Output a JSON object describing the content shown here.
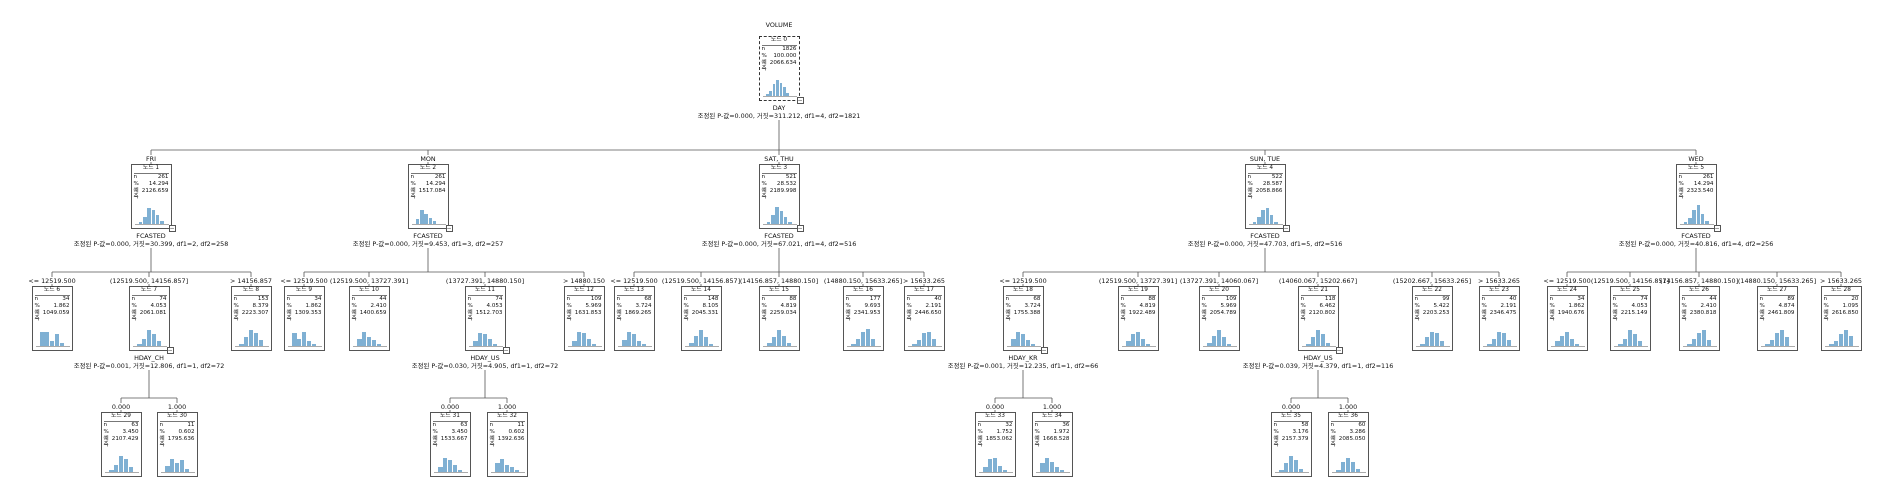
{
  "target": "VOLUME",
  "labels": {
    "n": "n",
    "pct": "%",
    "pred": "예측"
  },
  "collapse_glyph": "−",
  "colors": {
    "histogram": "#7fb0d3",
    "edge": "#555555"
  },
  "nodes": [
    {
      "id": "0",
      "title": "노드 0",
      "n": "1826",
      "pct": "100.000",
      "pred": "2066.634",
      "hist": [
        0.1,
        0.2,
        0.45,
        0.6,
        0.5,
        0.35,
        0.15,
        0.05
      ]
    },
    {
      "id": "1",
      "title": "노드 1",
      "n": "261",
      "pct": "14.294",
      "pred": "2126.659",
      "hist": [
        0.1,
        0.3,
        0.6,
        0.55,
        0.35,
        0.15
      ]
    },
    {
      "id": "2",
      "title": "노드 2",
      "n": "261",
      "pct": "14.294",
      "pred": "1517.084",
      "hist": [
        0.2,
        0.55,
        0.4,
        0.25,
        0.15,
        0.05
      ]
    },
    {
      "id": "3",
      "title": "노드 3",
      "n": "521",
      "pct": "28.532",
      "pred": "2189.998",
      "hist": [
        0.1,
        0.35,
        0.65,
        0.5,
        0.3,
        0.1
      ]
    },
    {
      "id": "4",
      "title": "노드 4",
      "n": "522",
      "pct": "28.587",
      "pred": "2058.866",
      "hist": [
        0.1,
        0.3,
        0.55,
        0.6,
        0.35,
        0.1
      ]
    },
    {
      "id": "5",
      "title": "노드 5",
      "n": "261",
      "pct": "14.294",
      "pred": "2323.540",
      "hist": [
        0.1,
        0.25,
        0.55,
        0.7,
        0.4,
        0.15
      ]
    },
    {
      "id": "6",
      "title": "노드 6",
      "n": "34",
      "pct": "1.862",
      "pred": "1049.059",
      "hist": [
        0.55,
        0.55,
        0.2,
        0.45,
        0.15
      ]
    },
    {
      "id": "7",
      "title": "노드 7",
      "n": "74",
      "pct": "4.053",
      "pred": "2061.081",
      "hist": [
        0.1,
        0.3,
        0.6,
        0.45,
        0.2
      ]
    },
    {
      "id": "8",
      "title": "노드 8",
      "n": "153",
      "pct": "8.379",
      "pred": "2223.307",
      "hist": [
        0.1,
        0.35,
        0.6,
        0.5,
        0.25
      ]
    },
    {
      "id": "9",
      "title": "노드 9",
      "n": "34",
      "pct": "1.862",
      "pred": "1309.353",
      "hist": [
        0.5,
        0.3,
        0.55,
        0.2,
        0.1
      ]
    },
    {
      "id": "10",
      "title": "노드 10",
      "n": "44",
      "pct": "2.410",
      "pred": "1400.659",
      "hist": [
        0.3,
        0.55,
        0.35,
        0.25,
        0.1
      ]
    },
    {
      "id": "11",
      "title": "노드 11",
      "n": "74",
      "pct": "4.053",
      "pred": "1512.703",
      "hist": [
        0.2,
        0.5,
        0.45,
        0.3,
        0.1
      ]
    },
    {
      "id": "12",
      "title": "노드 12",
      "n": "109",
      "pct": "5.969",
      "pred": "1631.853",
      "hist": [
        0.2,
        0.55,
        0.5,
        0.3,
        0.1
      ]
    },
    {
      "id": "13",
      "title": "노드 13",
      "n": "68",
      "pct": "3.724",
      "pred": "1869.265",
      "hist": [
        0.25,
        0.55,
        0.45,
        0.2,
        0.1
      ]
    },
    {
      "id": "14",
      "title": "노드 14",
      "n": "148",
      "pct": "8.105",
      "pred": "2045.331",
      "hist": [
        0.15,
        0.4,
        0.6,
        0.35,
        0.1
      ]
    },
    {
      "id": "15",
      "title": "노드 15",
      "n": "88",
      "pct": "4.819",
      "pred": "2259.034",
      "hist": [
        0.15,
        0.35,
        0.6,
        0.4,
        0.15
      ]
    },
    {
      "id": "16",
      "title": "노드 16",
      "n": "177",
      "pn": "",
      "pct": "9.693",
      "pred": "2341.953",
      "hist": [
        0.1,
        0.3,
        0.55,
        0.65,
        0.3
      ]
    },
    {
      "id": "17",
      "title": "노드 17",
      "n": "40",
      "pct": "2.191",
      "pred": "2446.650",
      "hist": [
        0.1,
        0.25,
        0.5,
        0.55,
        0.3
      ]
    },
    {
      "id": "18",
      "title": "노드 18",
      "n": "68",
      "pct": "3.724",
      "pred": "1755.388",
      "hist": [
        0.3,
        0.55,
        0.45,
        0.25,
        0.1
      ]
    },
    {
      "id": "19",
      "title": "노드 19",
      "n": "88",
      "pct": "4.819",
      "pred": "1922.489",
      "hist": [
        0.2,
        0.45,
        0.55,
        0.3,
        0.1
      ]
    },
    {
      "id": "20",
      "title": "노드 20",
      "n": "109",
      "pct": "5.969",
      "pred": "2054.789",
      "hist": [
        0.15,
        0.4,
        0.6,
        0.35,
        0.1
      ]
    },
    {
      "id": "21",
      "title": "노드 21",
      "n": "118",
      "pct": "6.462",
      "pred": "2120.802",
      "hist": [
        0.1,
        0.35,
        0.6,
        0.45,
        0.15
      ]
    },
    {
      "id": "22",
      "title": "노드 22",
      "n": "99",
      "pct": "5.422",
      "pred": "2203.253",
      "hist": [
        0.1,
        0.35,
        0.55,
        0.5,
        0.2
      ]
    },
    {
      "id": "23",
      "title": "노드 23",
      "n": "40",
      "pct": "2.191",
      "pred": "2346.475",
      "hist": [
        0.1,
        0.3,
        0.55,
        0.5,
        0.25
      ]
    },
    {
      "id": "24",
      "title": "노드 24",
      "n": "34",
      "pct": "1.862",
      "pred": "1940.676",
      "hist": [
        0.2,
        0.4,
        0.55,
        0.3,
        0.1
      ]
    },
    {
      "id": "25",
      "title": "노드 25",
      "n": "74",
      "pct": "4.053",
      "pred": "2215.149",
      "hist": [
        0.1,
        0.3,
        0.6,
        0.45,
        0.2
      ]
    },
    {
      "id": "26",
      "title": "노드 26",
      "n": "44",
      "pct": "2.410",
      "pred": "2380.818",
      "hist": [
        0.1,
        0.3,
        0.5,
        0.6,
        0.25
      ]
    },
    {
      "id": "27",
      "title": "노드 27",
      "n": "89",
      "pct": "4.874",
      "pred": "2461.809",
      "hist": [
        0.1,
        0.25,
        0.5,
        0.6,
        0.35
      ]
    },
    {
      "id": "28",
      "title": "노드 28",
      "n": "20",
      "pct": "1.095",
      "pred": "2616.850",
      "hist": [
        0.1,
        0.2,
        0.45,
        0.6,
        0.4
      ]
    },
    {
      "id": "29",
      "title": "노드 29",
      "n": "63",
      "pct": "3.450",
      "pred": "2107.429",
      "hist": [
        0.1,
        0.3,
        0.6,
        0.5,
        0.2
      ]
    },
    {
      "id": "30",
      "title": "노드 30",
      "n": "11",
      "pct": "0.602",
      "pred": "1795.636",
      "hist": [
        0.25,
        0.5,
        0.35,
        0.45,
        0.15
      ]
    },
    {
      "id": "31",
      "title": "노드 31",
      "n": "63",
      "pct": "3.450",
      "pred": "1533.667",
      "hist": [
        0.2,
        0.55,
        0.45,
        0.3,
        0.1
      ]
    },
    {
      "id": "32",
      "title": "노드 32",
      "n": "11",
      "pct": "0.602",
      "pred": "1392.636",
      "hist": [
        0.35,
        0.5,
        0.3,
        0.2,
        0.1
      ]
    },
    {
      "id": "33",
      "title": "노드 33",
      "n": "32",
      "pct": "1.752",
      "pred": "1853.062",
      "hist": [
        0.2,
        0.5,
        0.55,
        0.25,
        0.1
      ]
    },
    {
      "id": "34",
      "title": "노드 34",
      "n": "36",
      "pct": "1.972",
      "pred": "1668.528",
      "hist": [
        0.35,
        0.55,
        0.4,
        0.2,
        0.1
      ]
    },
    {
      "id": "35",
      "title": "노드 35",
      "n": "58",
      "pct": "3.176",
      "pred": "2157.379",
      "hist": [
        0.1,
        0.35,
        0.6,
        0.45,
        0.15
      ]
    },
    {
      "id": "36",
      "title": "노드 36",
      "n": "60",
      "pct": "3.286",
      "pred": "2085.050",
      "hist": [
        0.1,
        0.4,
        0.55,
        0.4,
        0.15
      ]
    }
  ],
  "splits": [
    {
      "parent": "0",
      "variable": "DAY",
      "stats": "조정된 P-값=0.000, 거짓=311.212, df1=4, df2=1821",
      "branches": [
        {
          "label": "FRI",
          "child": "1"
        },
        {
          "label": "MON",
          "child": "2"
        },
        {
          "label": "SAT, THU",
          "child": "3"
        },
        {
          "label": "SUN, TUE",
          "child": "4"
        },
        {
          "label": "WED",
          "child": "5"
        }
      ]
    },
    {
      "parent": "1",
      "variable": "FCASTED",
      "stats": "조정된 P-값=0.000, 거짓=30.399, df1=2, df2=258",
      "branches": [
        {
          "label": "<= 12519.500",
          "child": "6"
        },
        {
          "label": "(12519.500, 14156.857]",
          "child": "7"
        },
        {
          "label": "> 14156.857",
          "child": "8"
        }
      ]
    },
    {
      "parent": "2",
      "variable": "FCASTED",
      "stats": "조정된 P-값=0.000, 거짓=9.453, df1=3, df2=257",
      "branches": [
        {
          "label": "<= 12519.500",
          "child": "9"
        },
        {
          "label": "(12519.500, 13727.391]",
          "child": "10"
        },
        {
          "label": "(13727.391, 14880.150]",
          "child": "11"
        },
        {
          "label": "> 14880.150",
          "child": "12"
        }
      ]
    },
    {
      "parent": "3",
      "variable": "FCASTED",
      "stats": "조정된 P-값=0.000, 거짓=67.021, df1=4, df2=516",
      "branches": [
        {
          "label": "<= 12519.500",
          "child": "13"
        },
        {
          "label": "(12519.500, 14156.857]",
          "child": "14"
        },
        {
          "label": "(14156.857, 14880.150]",
          "child": "15"
        },
        {
          "label": "(14880.150, 15633.265]",
          "child": "16"
        },
        {
          "label": "> 15633.265",
          "child": "17"
        }
      ]
    },
    {
      "parent": "4",
      "variable": "FCASTED",
      "stats": "조정된 P-값=0.000, 거짓=47.703, df1=5, df2=516",
      "branches": [
        {
          "label": "<= 12519.500",
          "child": "18"
        },
        {
          "label": "(12519.500, 13727.391]",
          "child": "19"
        },
        {
          "label": "(13727.391, 14060.067]",
          "child": "20"
        },
        {
          "label": "(14060.067, 15202.667]",
          "child": "21"
        },
        {
          "label": "(15202.667, 15633.265]",
          "child": "22"
        },
        {
          "label": "> 15633.265",
          "child": "23"
        }
      ]
    },
    {
      "parent": "5",
      "variable": "FCASTED",
      "stats": "조정된 P-값=0.000, 거짓=40.816, df1=4, df2=256",
      "branches": [
        {
          "label": "<= 12519.500",
          "child": "24"
        },
        {
          "label": "(12519.500, 14156.857]",
          "child": "25"
        },
        {
          "label": "(14156.857, 14880.150]",
          "child": "26"
        },
        {
          "label": "(14880.150, 15633.265]",
          "child": "27"
        },
        {
          "label": "> 15633.265",
          "child": "28"
        }
      ]
    },
    {
      "parent": "7",
      "variable": "HDAY_CH",
      "stats": "조정된 P-값=0.001, 거짓=12.806, df1=1, df2=72",
      "branches": [
        {
          "label": "0.000",
          "child": "29"
        },
        {
          "label": "1.000",
          "child": "30"
        }
      ]
    },
    {
      "parent": "11",
      "variable": "HDAY_US",
      "stats": "조정된 P-값=0.030, 거짓=4.905, df1=1, df2=72",
      "branches": [
        {
          "label": "0.000",
          "child": "31"
        },
        {
          "label": "1.000",
          "child": "32"
        }
      ]
    },
    {
      "parent": "18",
      "variable": "HDAY_KR",
      "stats": "조정된 P-값=0.001, 거짓=12.235, df1=1, df2=66",
      "branches": [
        {
          "label": "0.000",
          "child": "33"
        },
        {
          "label": "1.000",
          "child": "34"
        }
      ]
    },
    {
      "parent": "21",
      "variable": "HDAY_US",
      "stats": "조정된 P-값=0.039, 거짓=4.379, df1=1, df2=116",
      "branches": [
        {
          "label": "0.000",
          "child": "35"
        },
        {
          "label": "1.000",
          "child": "36"
        }
      ]
    }
  ]
}
